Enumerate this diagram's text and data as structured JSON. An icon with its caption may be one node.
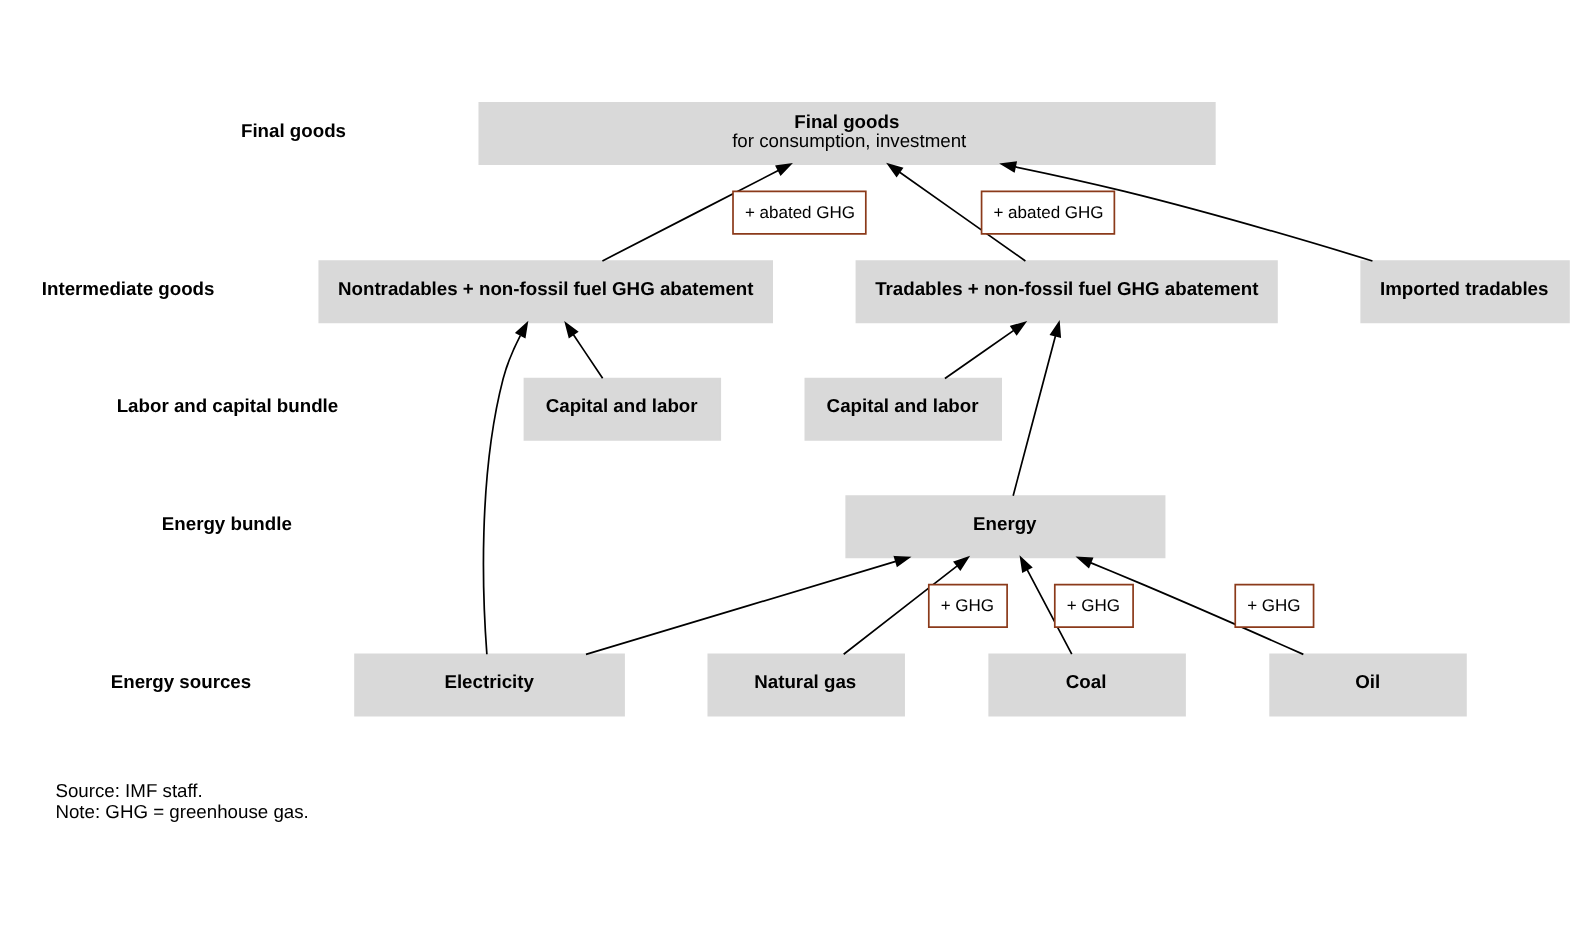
{
  "diagram": {
    "nodes": [
      {
        "text": [
          "Final goods",
          "for consumption, investment"
        ]
      },
      {
        "text": [
          "Nontradables + non-fossil fuel GHG abatement"
        ]
      },
      {
        "text": [
          "Tradables + non-fossil fuel GHG abatement"
        ]
      },
      {
        "text": [
          "Imported tradables"
        ]
      },
      {
        "text": [
          "Capital and labor"
        ]
      },
      {
        "text": [
          "Capital and labor"
        ]
      },
      {
        "text": [
          "Energy"
        ]
      },
      {
        "text": [
          "Electricity"
        ]
      },
      {
        "text": [
          "Natural gas"
        ]
      },
      {
        "text": [
          "Coal"
        ]
      },
      {
        "text": [
          "Oil"
        ]
      }
    ],
    "edges": [
      {
        "from": 1,
        "to": 0,
        "arrow": "to",
        "label": "+ abated GHG"
      },
      {
        "from": 2,
        "to": 0,
        "arrow": "to",
        "label": "+ abated GHG"
      },
      {
        "from": 3,
        "to": 0,
        "arrow": "to"
      },
      {
        "from": 4,
        "to": 1,
        "arrow": "to"
      },
      {
        "from": 7,
        "to": 1,
        "arrow": "to"
      },
      {
        "from": 5,
        "to": 2,
        "arrow": "to"
      },
      {
        "from": 6,
        "to": 2,
        "arrow": "to"
      },
      {
        "from": 7,
        "to": 6,
        "arrow": "to"
      },
      {
        "from": 8,
        "to": 6,
        "arrow": "to",
        "label": "+ GHG"
      },
      {
        "from": 9,
        "to": 6,
        "arrow": "to",
        "label": "+ GHG"
      },
      {
        "from": 10,
        "to": 6,
        "arrow": "to",
        "label": "+ GHG"
      }
    ],
    "labels": [
      "Final goods",
      "Intermediate goods",
      "Labor and capital bundle",
      "Energy bundle",
      "Energy sources",
      "Source: IMF staff.",
      "Note: GHG = greenhouse gas."
    ]
  }
}
